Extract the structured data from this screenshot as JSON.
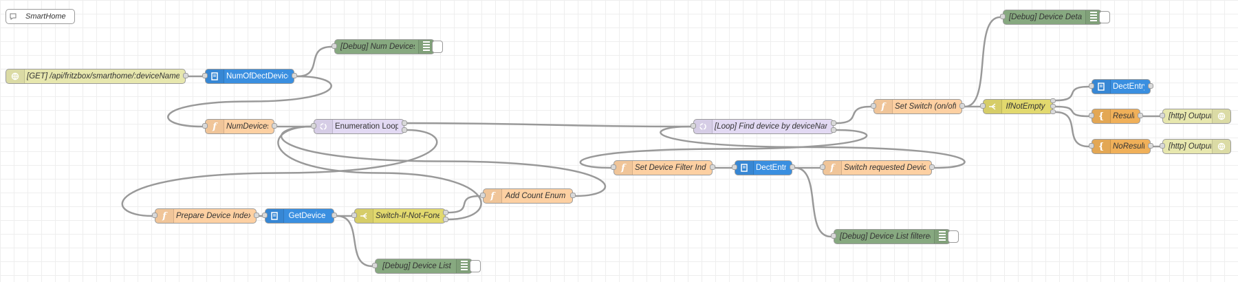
{
  "comment": {
    "label": "SmartHome"
  },
  "nodes": {
    "http_in": {
      "label": "[GET] /api/fritzbox/smarthome/:deviceName/:cmd",
      "icon": "globe-icon"
    },
    "num_dect": {
      "label": "NumOfDectDevices",
      "icon": "file-icon"
    },
    "dbg_num": {
      "label": "[Debug] Num Devices",
      "icon": "list-icon"
    },
    "num_devices": {
      "label": "NumDevices",
      "icon": "function-icon"
    },
    "enum_loop": {
      "label": "Enumeration Loop",
      "icon": "loop-icon"
    },
    "prep_index": {
      "label": "Prepare Device Index",
      "icon": "function-icon"
    },
    "get_device": {
      "label": "GetDevice",
      "icon": "file-icon"
    },
    "switch_not_fone": {
      "label": "Switch-If-Not-Fone",
      "icon": "switch-icon"
    },
    "add_count": {
      "label": "Add Count Enum",
      "icon": "function-icon"
    },
    "dbg_list": {
      "label": "[Debug] Device List",
      "icon": "list-icon"
    },
    "loop_find": {
      "label": "[Loop] Find device by deviceName",
      "icon": "loop-icon"
    },
    "set_filter": {
      "label": "Set Device Filter Index",
      "icon": "function-icon"
    },
    "dect_entry_mid": {
      "label": "DectEntry",
      "icon": "file-icon"
    },
    "switch_req": {
      "label": "Switch requested Device",
      "icon": "function-icon"
    },
    "dbg_filtered": {
      "label": "[Debug] Device List filtered",
      "icon": "list-icon"
    },
    "set_switch": {
      "label": "Set Switch (on/off)",
      "icon": "function-icon"
    },
    "dbg_details": {
      "label": "[Debug] Device Details",
      "icon": "list-icon"
    },
    "if_not_empty": {
      "label": "IfNotEmpty",
      "icon": "switch-icon"
    },
    "dect_entry_out": {
      "label": "DectEntry",
      "icon": "file-icon"
    },
    "result": {
      "label": "Result",
      "icon": "template-icon"
    },
    "no_result": {
      "label": "NoResult",
      "icon": "template-icon"
    },
    "http_out_1": {
      "label": "[http] Output",
      "icon": "globe-icon"
    },
    "http_out_2": {
      "label": "[http] Output",
      "icon": "globe-icon"
    }
  },
  "colors": {
    "http": "#e7e7ae",
    "function": "#fdd0a2",
    "fritz": "#3a8fe0",
    "loop": "#e2d9f3",
    "switch": "#e2d96e",
    "debug": "#87a980",
    "template": "#f0b059",
    "wire": "#999999"
  }
}
